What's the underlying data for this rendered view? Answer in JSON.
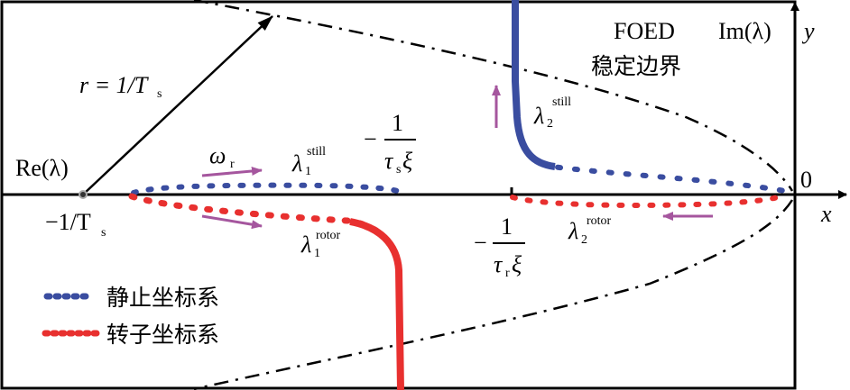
{
  "labels": {
    "radius": "r = 1/T",
    "radius_sub": "s",
    "re_axis": "Re(λ)",
    "pole": "−1/T",
    "pole_sub": "s",
    "omega": "ω",
    "omega_sub": "r",
    "lambda": "λ",
    "l1_still_sub": "1",
    "still_sup": "still",
    "l1_rotor_sub": "1",
    "rotor_sup": "rotor",
    "l2_still_sub": "2",
    "l2_rotor_sub": "2",
    "minus": "−",
    "one": "1",
    "tau": "τ",
    "tau_s_sub": "s",
    "tau_r_sub": "r",
    "xi": "ξ",
    "foed": "FOED",
    "boundary": "稳定边界",
    "im_axis": "Im(λ)",
    "y_axis": "y",
    "x_axis": "x",
    "origin": "0"
  },
  "legend": [
    {
      "label": "静止坐标系",
      "color": "#3a4da0"
    },
    {
      "label": "转子坐标系",
      "color": "#e8302f"
    }
  ],
  "colors": {
    "still": "#3a4da0",
    "rotor": "#e8302f",
    "arrow": "#a5569e"
  }
}
